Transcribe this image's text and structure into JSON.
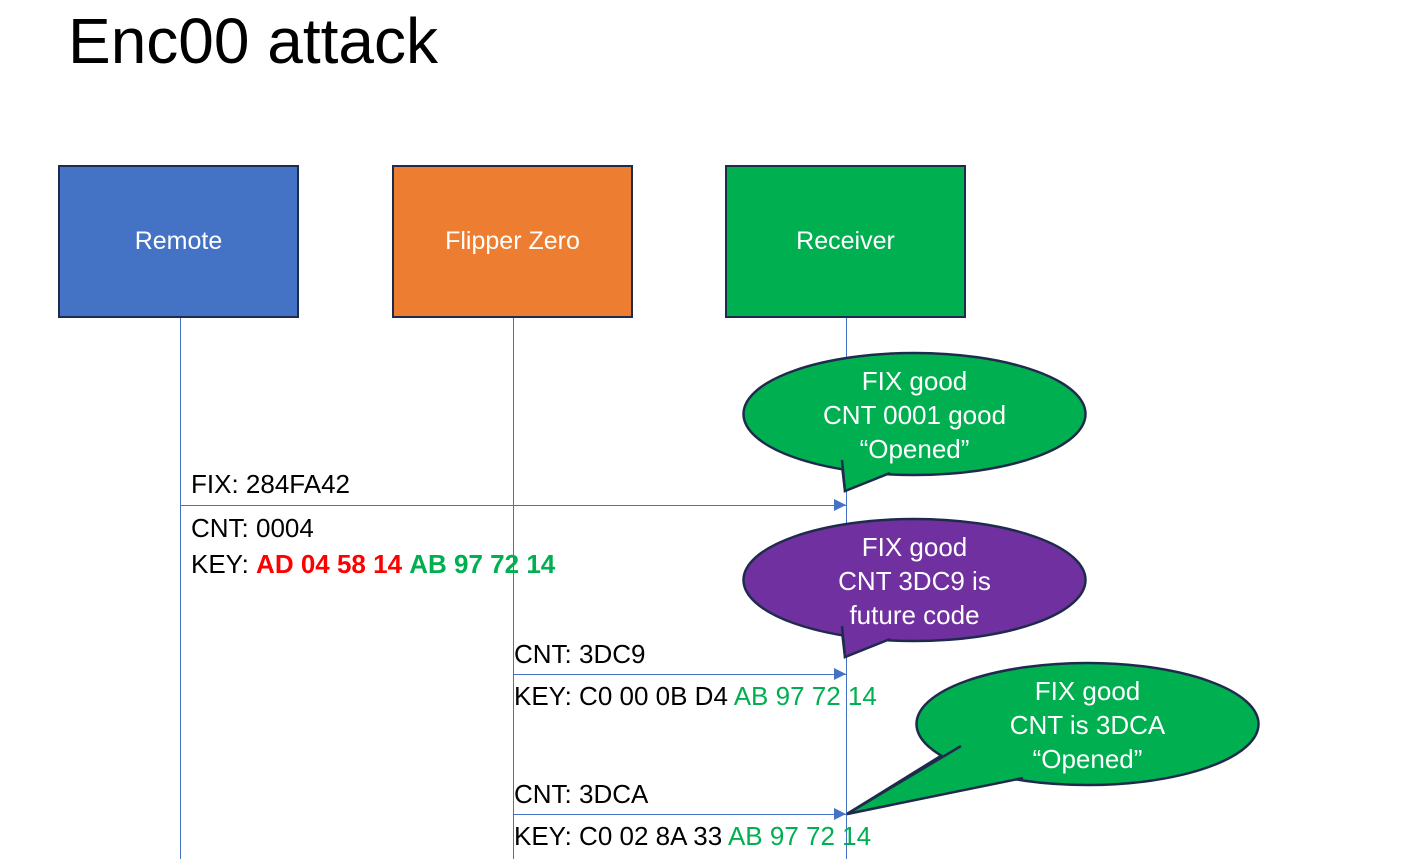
{
  "slide": {
    "title": "Enc00 attack",
    "background": "#FFFFFF"
  },
  "colors": {
    "remote": "#4472C4",
    "flipper": "#ED7D31",
    "receiver": "#00B050",
    "bubble_good": "#00B050",
    "bubble_future": "#7030A0",
    "lifeline": "#4472C4",
    "key_red": "#FF0000",
    "key_green": "#00B050",
    "outline": "#1F2B4D"
  },
  "actors": [
    {
      "id": "remote",
      "label": "Remote"
    },
    {
      "id": "flipper",
      "label": "Flipper Zero"
    },
    {
      "id": "receiver",
      "label": "Receiver"
    }
  ],
  "messages": [
    {
      "id": "msg1",
      "from": "remote",
      "to": "receiver",
      "fix_label": "FIX: 284FA42",
      "cnt_label": "CNT: 0004",
      "key_prefix": "KEY: ",
      "key_red": "AD 04 58 14",
      "key_green": "AB 97 72 14"
    },
    {
      "id": "msg2",
      "from": "flipper",
      "to": "receiver",
      "cnt_label": "CNT: 3DC9",
      "key_prefix": "KEY: C0 00 0B D4 ",
      "key_green": "AB 97 72 14"
    },
    {
      "id": "msg3",
      "from": "flipper",
      "to": "receiver",
      "cnt_label": "CNT: 3DCA",
      "key_prefix": "KEY: C0 02 8A 33 ",
      "key_green": "AB 97 72 14"
    }
  ],
  "bubbles": [
    {
      "id": "bubble1",
      "color": "#00B050",
      "line1": "FIX good",
      "line2": "CNT 0001 good",
      "line3": "“Opened”"
    },
    {
      "id": "bubble2",
      "color": "#7030A0",
      "line1": "FIX good",
      "line2": "CNT 3DC9 is",
      "line3": "future code"
    },
    {
      "id": "bubble3",
      "color": "#00B050",
      "line1": "FIX good",
      "line2": "CNT is 3DCA",
      "line3": "“Opened”"
    }
  ]
}
